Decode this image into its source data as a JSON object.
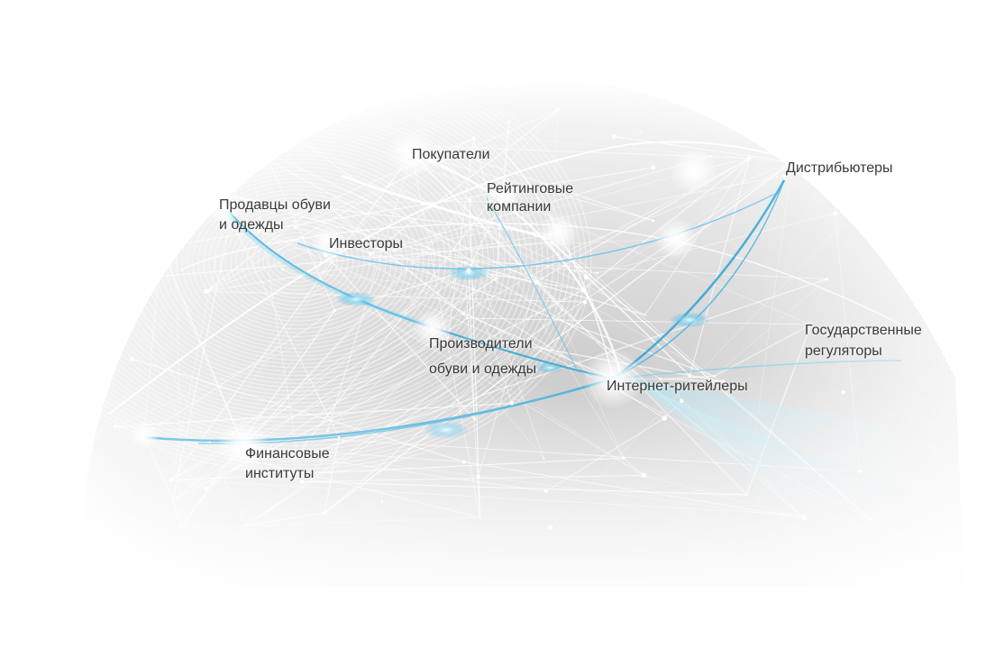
{
  "colors": {
    "background": "#ffffff",
    "globe_light": "#f4f4f4",
    "globe_dark": "#cfcfcf",
    "accent_blue": "#2aa3d8",
    "text": "#3a3a3a"
  },
  "nodes": [
    {
      "id": "buyers",
      "lines": [
        "Покупатели"
      ]
    },
    {
      "id": "distributors",
      "lines": [
        "Дистрибьютеры"
      ]
    },
    {
      "id": "rating_agencies",
      "lines": [
        "Рейтинговые",
        "компании"
      ]
    },
    {
      "id": "retailers",
      "lines": [
        "Продавцы обуви",
        "и одежды"
      ]
    },
    {
      "id": "investors",
      "lines": [
        "Инвесторы"
      ]
    },
    {
      "id": "manufacturers",
      "lines": [
        "Производители",
        "обуви и одежды"
      ]
    },
    {
      "id": "online_retailers",
      "lines": [
        "Интернет-ритейлеры"
      ]
    },
    {
      "id": "regulators",
      "lines": [
        "Государственные",
        "регуляторы"
      ]
    },
    {
      "id": "financial_institutions",
      "lines": [
        "Финансовые",
        "институты"
      ]
    }
  ]
}
